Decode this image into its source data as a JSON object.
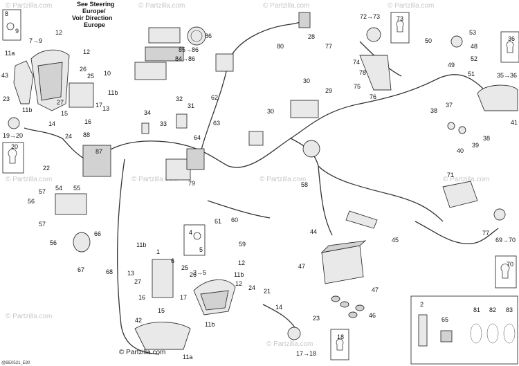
{
  "watermark": "© Partzilla.com",
  "footer_code": "@BE0521_E90",
  "notes": {
    "steering_line1": "See Steering",
    "steering_line2": "Europe/",
    "steering_line3": "Voir Direction",
    "steering_line4": "Europe"
  },
  "callouts": {
    "c12a": "12",
    "c12b": "12",
    "c12c": "12",
    "c11a": "11a",
    "c11b": "11b",
    "c11b2": "11b",
    "c11b3": "11b",
    "c11b4": "11b",
    "c11a2": "11a",
    "c43": "43",
    "c26": "26",
    "c25": "25",
    "c10": "10",
    "c27": "27",
    "c15": "15",
    "c16": "16",
    "c17": "17",
    "c13": "13",
    "c23": "23",
    "c14": "14",
    "c24": "24",
    "c22": "22",
    "c88": "88",
    "c87": "87",
    "c57": "57",
    "c54": "54",
    "c55": "55",
    "c56": "56",
    "c57b": "57",
    "c56b": "56",
    "c66": "66",
    "c67": "67",
    "c68": "68",
    "c86": "86",
    "c85_86": "85→86",
    "c84_86": "84→86",
    "c28": "28",
    "c80": "80",
    "c32": "32",
    "c31": "31",
    "c34": "34",
    "c33": "33",
    "c64": "64",
    "c62": "62",
    "c63": "63",
    "c79": "79",
    "c30a": "30",
    "c30b": "30",
    "c29": "29",
    "c58": "58",
    "c61": "61",
    "c60": "60",
    "c59": "59",
    "c72_73": "72→73",
    "c73": "73",
    "c77": "77",
    "c74": "74",
    "c78": "78",
    "c75": "75",
    "c76": "76",
    "c53": "53",
    "c50": "50",
    "c48": "48",
    "c52": "52",
    "c49": "49",
    "c51": "51",
    "c36": "36",
    "c35_36": "35→36",
    "c38a": "38",
    "c37": "37",
    "c39": "39",
    "c40": "40",
    "c38b": "38",
    "c41": "41",
    "c71": "71",
    "c77b": "77",
    "c69_70": "69→70",
    "c70": "70",
    "c44": "44",
    "c45": "45",
    "c47a": "47",
    "c47b": "47",
    "c46": "46",
    "c4_5": "4",
    "c5": "5",
    "c3_5": "3→5",
    "c1": "1",
    "c2": "2",
    "c42": "42",
    "c21": "21",
    "c18": "18",
    "c17_18": "17→18",
    "c23b": "23",
    "c24b": "24",
    "c14b": "14",
    "c65": "65",
    "c81": "81",
    "c82": "82",
    "c83": "83",
    "c8": "8",
    "c9a": "9",
    "c7_9": "7→9",
    "c19_20": "19→20",
    "c20": "20",
    "c26b": "26",
    "c25b": "25",
    "c27b": "27",
    "c16b": "16",
    "c15b": "15",
    "c13b": "13",
    "c11bb": "11b",
    "c12d": "12"
  }
}
